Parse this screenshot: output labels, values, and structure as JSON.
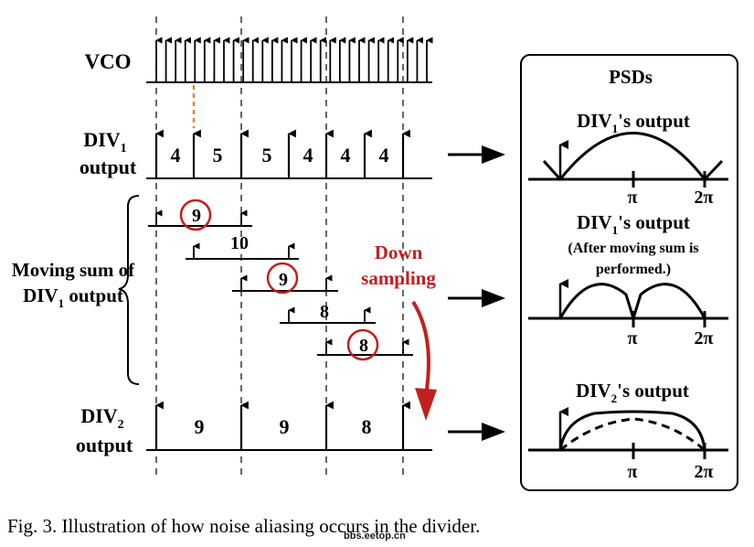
{
  "colors": {
    "ink": "#000000",
    "accent": "#c0201e",
    "dotted": "#e8862a"
  },
  "labels": {
    "vco": "VCO",
    "div1_line1": "DIV",
    "div1_sub": "1",
    "div1_line2": "output",
    "moving_line1": "Moving sum of",
    "moving_line2a": "DIV",
    "moving_sub": "1",
    "moving_line2b": " output",
    "div2_line1": "DIV",
    "div2_sub": "2",
    "div2_line2": "output",
    "down1": "Down",
    "down2": "sampling"
  },
  "div1_counts": [
    "4",
    "5",
    "5",
    "4",
    "4",
    "4"
  ],
  "moving_sums": [
    "9",
    "10",
    "9",
    "8",
    "8"
  ],
  "circled_sums": [
    true,
    false,
    true,
    false,
    true
  ],
  "div2_counts": [
    "9",
    "9",
    "8"
  ],
  "psd": {
    "title": "PSDs",
    "panel1_title_a": "DIV",
    "panel1_sub": "1",
    "panel1_title_b": "'s output",
    "panel2_title_a": "DIV",
    "panel2_sub": "1",
    "panel2_title_b": "'s output",
    "panel2_note1": "(After moving sum is",
    "panel2_note2": "performed.)",
    "panel3_title_a": "DIV",
    "panel3_sub": "2",
    "panel3_title_b": "'s output",
    "tick_pi": "π",
    "tick_2pi": "2π"
  },
  "caption": "Fig. 3.   Illustration of how noise aliasing occurs in the divider.",
  "watermark": "bbs.eetop.cn"
}
